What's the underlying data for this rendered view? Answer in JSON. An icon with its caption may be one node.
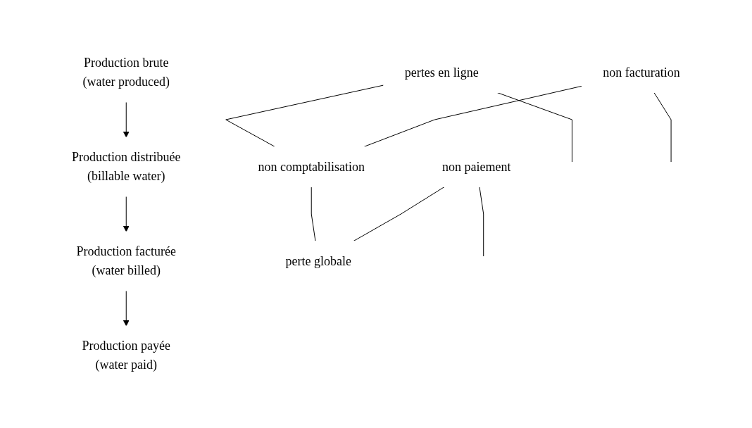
{
  "diagram": {
    "nodes": [
      {
        "text": [
          "Production brute",
          "(water produced)"
        ]
      },
      {
        "text": [
          "Production distribuée",
          "(billable water)"
        ]
      },
      {
        "text": [
          "Production facturée",
          "(water billed)"
        ]
      },
      {
        "text": [
          "Production payée",
          "(water paid)"
        ]
      },
      {
        "text": [
          "pertes en ligne"
        ]
      },
      {
        "text": [
          "non facturation"
        ]
      },
      {
        "text": [
          "non paiement"
        ]
      },
      {
        "text": [
          "non comptabilisation"
        ]
      },
      {
        "text": [
          "perte globale"
        ]
      }
    ],
    "edges": [
      {
        "from": 0,
        "to": 1,
        "arrow": "to"
      },
      {
        "from": 1,
        "to": 2,
        "arrow": "to"
      },
      {
        "from": 2,
        "to": 3,
        "arrow": "to"
      },
      {
        "from": 4,
        "to": null,
        "arrow": "none"
      },
      {
        "from": 5,
        "to": null,
        "arrow": "none"
      },
      {
        "from": 6,
        "to": null,
        "arrow": "none"
      },
      {
        "from": 4,
        "to": 7,
        "arrow": "none"
      },
      {
        "from": 5,
        "to": 7,
        "arrow": "none"
      },
      {
        "from": 7,
        "to": 8,
        "arrow": "none"
      },
      {
        "from": 6,
        "to": 8,
        "arrow": "none"
      }
    ]
  }
}
